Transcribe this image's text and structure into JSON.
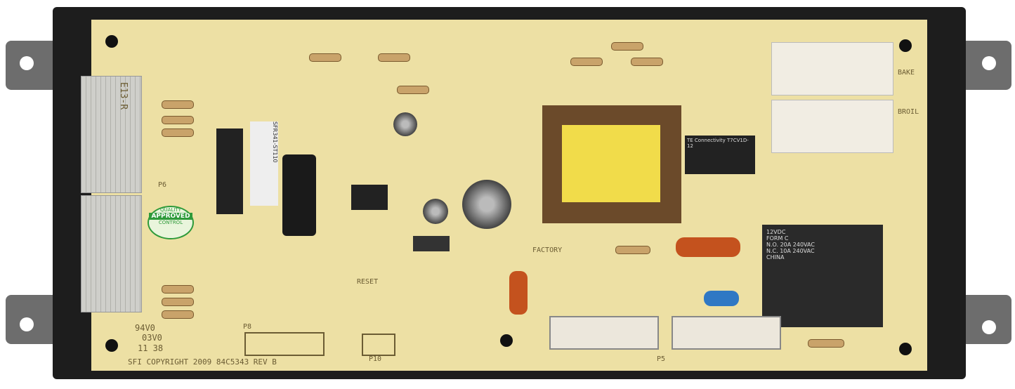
{
  "board": {
    "copyright": "SFI COPYRIGHT 2009 84C5343 REV B",
    "rating": "94V0",
    "code": "03V0",
    "date": "11 38",
    "labels": {
      "factory": "FACTORY",
      "reset": "RESET",
      "bake": "BAKE",
      "broil": "BROIL",
      "p5": "P5",
      "p6": "P6",
      "p8": "P8",
      "p10": "P10"
    },
    "sticker": {
      "top": "QUALITY",
      "main": "APPROVED",
      "bottom": "CONTROL",
      "color": "#2e9a3a"
    },
    "label_sticker": "SFR341-ST110",
    "ribbon_text": "E13-R",
    "relay_small": "TE Connectivity T7CV1D-12",
    "relay_big": {
      "l1": "12VDC",
      "l2": "FORM C",
      "l3": "N.O. 20A 240VAC",
      "l4": "N.C. 10A 240VAC",
      "l5": "CHINA"
    }
  },
  "colors": {
    "pcb": "#ede0a4",
    "frame": "#1d1d1d",
    "transformer": "#6b4a2a",
    "coil": "#f1dc4a"
  }
}
